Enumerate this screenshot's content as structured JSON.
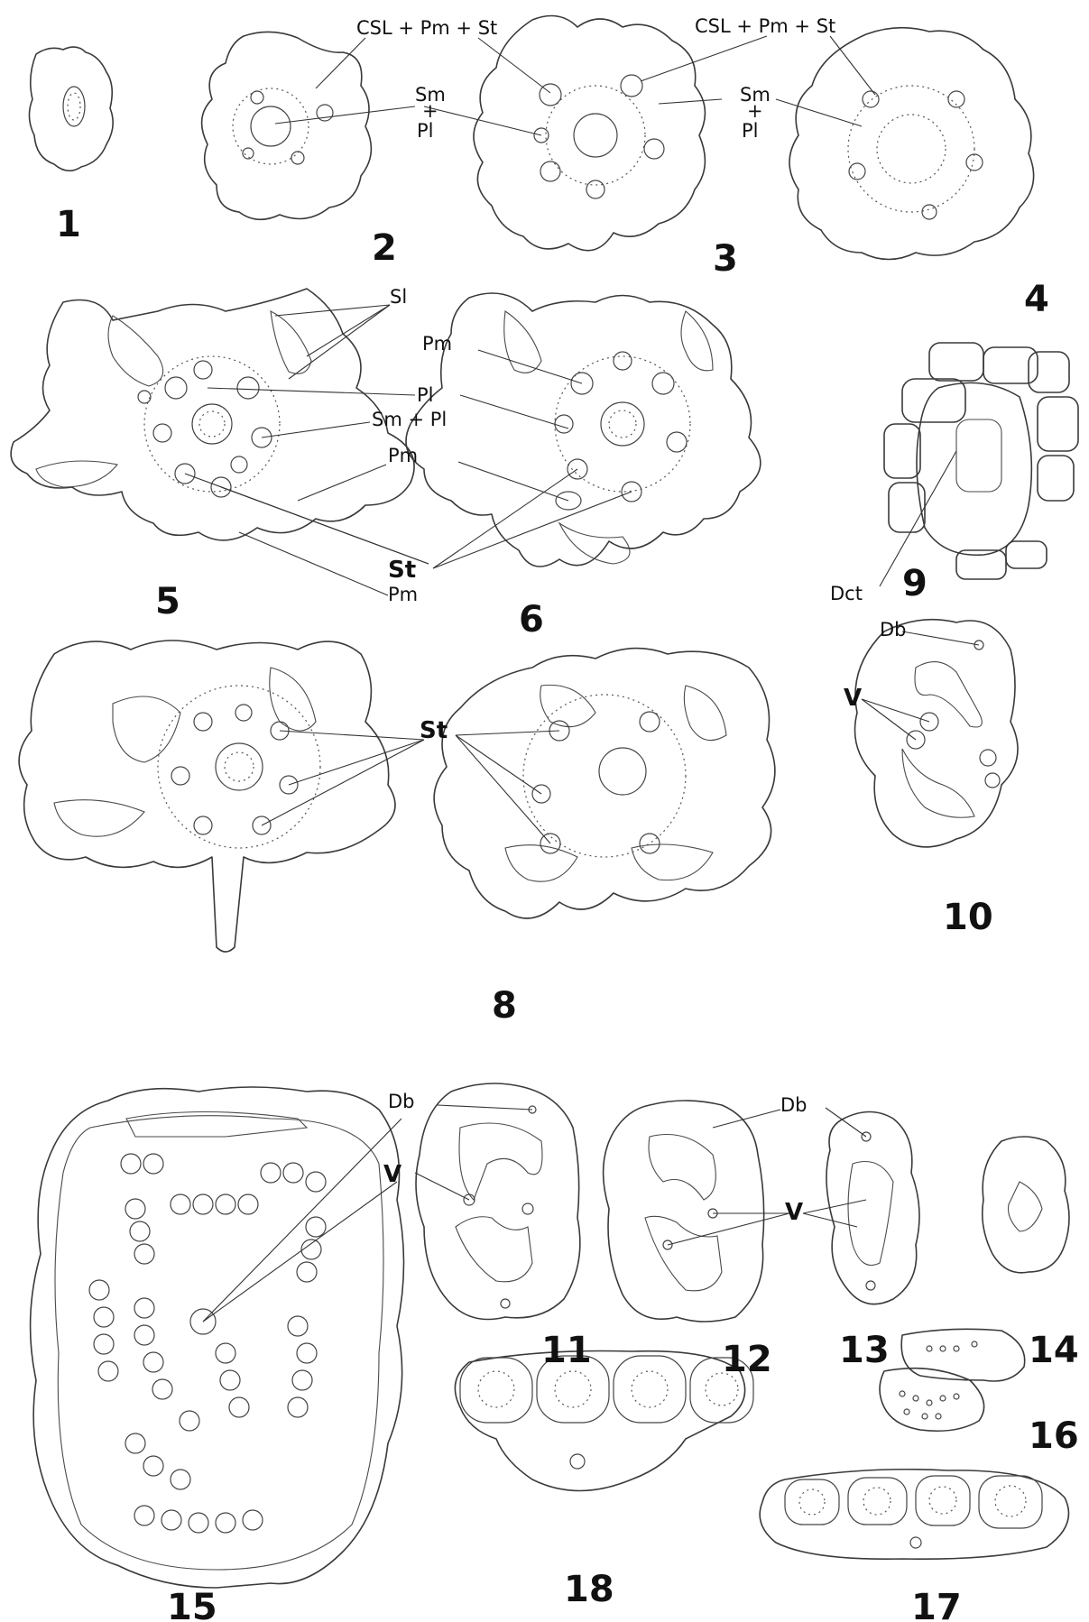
{
  "figure_numbers": [
    "1",
    "2",
    "3",
    "4",
    "5",
    "6",
    "8",
    "9",
    "10",
    "11",
    "12",
    "13",
    "14",
    "15",
    "16",
    "17",
    "18"
  ],
  "labels": {
    "csl_pm_st": "CSL + Pm + St",
    "sm": "Sm",
    "plus": "+",
    "pl": "Pl",
    "sl": "Sl",
    "pm": "Pm",
    "sm_pl": "Sm + Pl",
    "st": "St",
    "dct": "Dct",
    "db": "Db",
    "v": "V"
  }
}
